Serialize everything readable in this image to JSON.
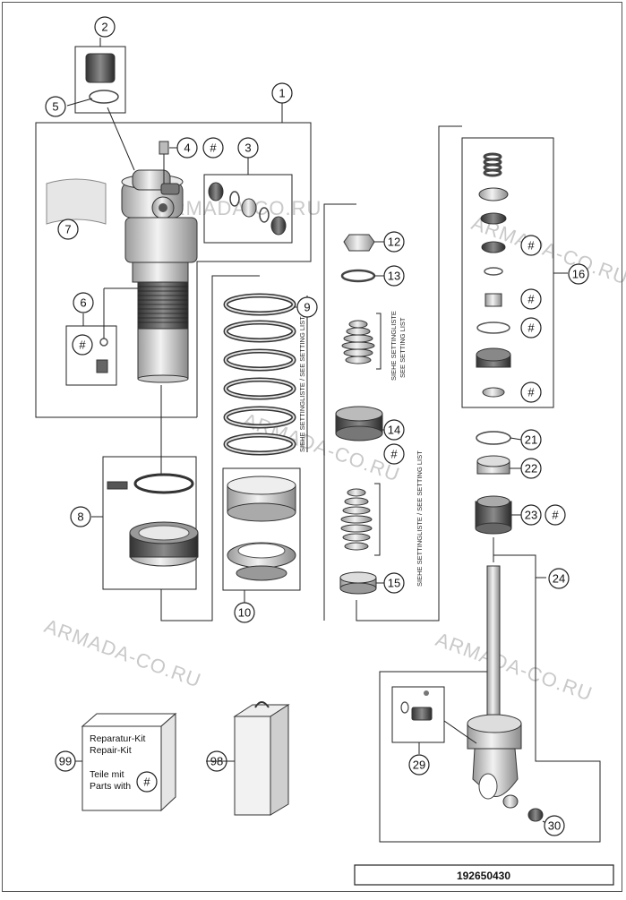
{
  "callouts": {
    "c1": "1",
    "c2": "2",
    "c3": "3",
    "c4": "4",
    "c5": "5",
    "c6": "6",
    "c7": "7",
    "c8": "8",
    "c9": "9",
    "c10": "10",
    "c12": "12",
    "c13": "13",
    "c14": "14",
    "c15": "15",
    "c16": "16",
    "c21": "21",
    "c22": "22",
    "c23": "23",
    "c24": "24",
    "c29": "29",
    "c30": "30",
    "c98": "98",
    "c99": "99"
  },
  "hash_symbol": "#",
  "watermark": "ARMADA-CO.RU",
  "setting_list": {
    "spring_vertical": "SIEHE SETTINGLISTE / SEE SETTING LIST",
    "stack_top_line1": "SIEHE SETTINGLISTE",
    "stack_top_line2": "SEE SETTING LIST",
    "stack_bottom": "SIEHE SETTINGLISTE / SEE SETTING LIST"
  },
  "kit_box": {
    "line1": "Reparatur-Kit",
    "line2": "Repair-Kit",
    "line3": "Teile mit",
    "line4": "Parts with"
  },
  "diagram_code": "192650430",
  "colors": {
    "line": "#222222",
    "part_fill": "#d9d9d9",
    "part_dark": "#555555",
    "watermark": "#c9c9c9"
  }
}
